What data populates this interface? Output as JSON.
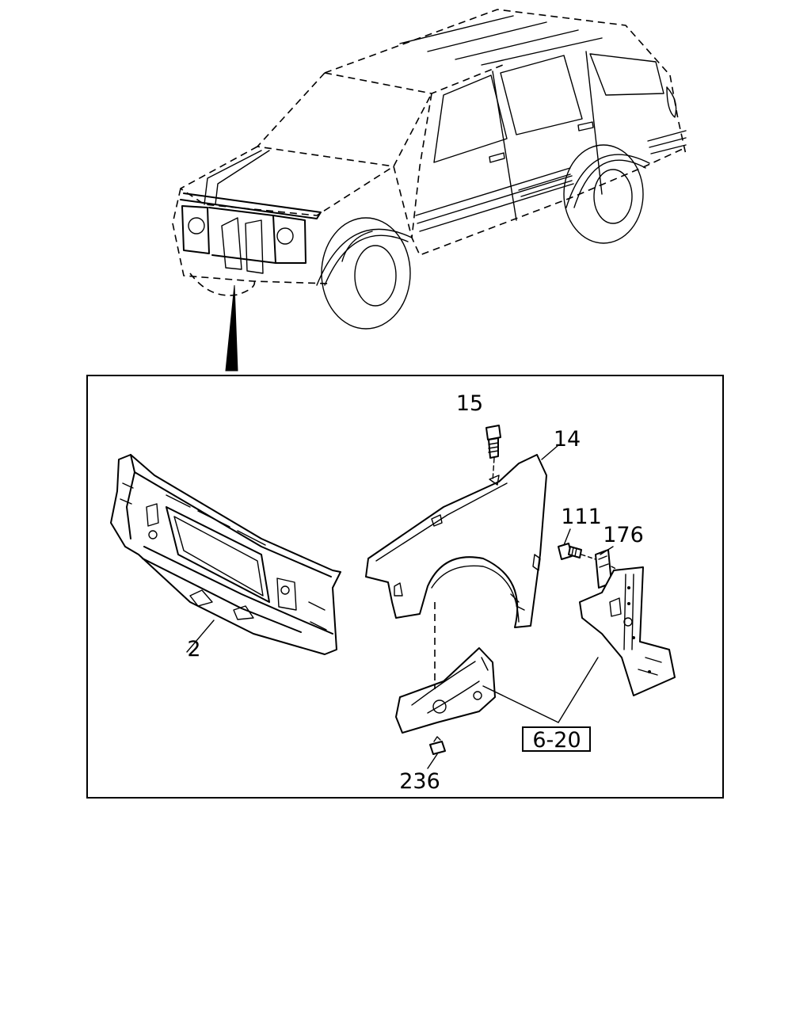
{
  "callouts": {
    "c15": "15",
    "c14": "14",
    "c111": "111",
    "c176": "176",
    "c2": "2",
    "c620": "6-20",
    "c236": "236"
  }
}
